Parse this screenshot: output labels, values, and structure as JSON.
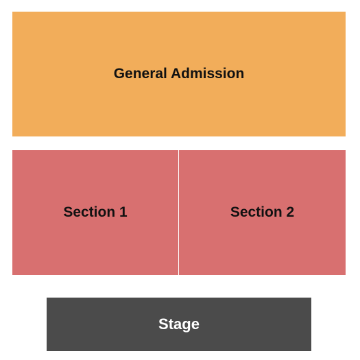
{
  "colors": {
    "general_admission": "#f2ad5a",
    "section": "#d87070",
    "stage": "#4b4b4b",
    "background": "#ffffff"
  },
  "sections": {
    "general_admission": {
      "label": "General Admission"
    },
    "section_1": {
      "label": "Section 1"
    },
    "section_2": {
      "label": "Section 2"
    }
  },
  "stage": {
    "label": "Stage"
  }
}
